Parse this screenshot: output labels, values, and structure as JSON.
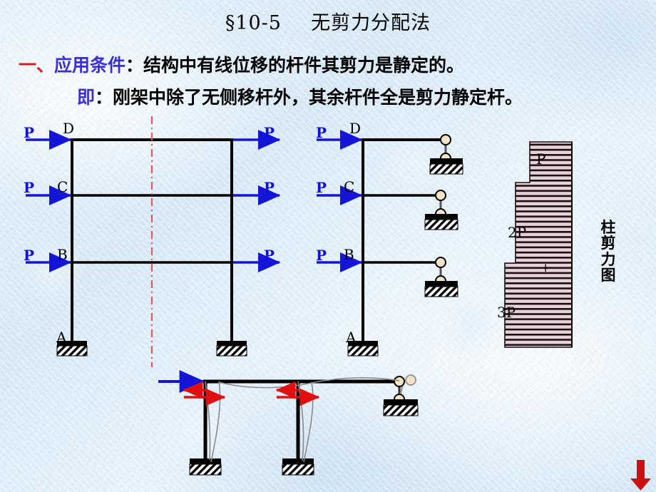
{
  "slide": {
    "title": "§10-5    无剪力分配法",
    "title_section": "§10-5",
    "title_rest": "无剪力分配法",
    "background_color": "#dcebf7"
  },
  "text": {
    "line1_marker": "一、",
    "line1_keyword": "应用条件",
    "line1_rest": "：结构中有线位移的杆件其剪力是静定的。",
    "line2_keyword": "即",
    "line2_rest": "：刚架中除了无侧移杆外，其余杆件全是剪力静定杆。",
    "marker_color": "#d02020",
    "keyword_color": "#3b2fd0"
  },
  "frame_left": {
    "caption": "two-bay three-storey rigid frame with sway",
    "node_labels": [
      "D",
      "C",
      "B",
      "A"
    ],
    "force_labels_left": [
      "P",
      "P",
      "P"
    ],
    "force_labels_right": [
      "P",
      "P",
      "P"
    ],
    "force_color": "#1515d8",
    "member_color": "#000000",
    "centerline_color": "#e05a5a",
    "centerline_style": "dash-dot"
  },
  "frame_right": {
    "caption": "equivalent single column with link supports",
    "node_labels": [
      "D",
      "C",
      "B",
      "A"
    ],
    "force_labels": [
      "P",
      "P",
      "P"
    ],
    "support_type": "link-roller",
    "pin_fill": "#f5e3c8"
  },
  "shear_diagram": {
    "title": "柱剪力图",
    "title_chars": [
      "柱",
      "剪",
      "力",
      "图"
    ],
    "labels": [
      "P",
      "2P",
      "3P"
    ],
    "sign": "+",
    "steps": [
      {
        "label": "P",
        "value": 1
      },
      {
        "label": "2P",
        "value": 2
      },
      {
        "label": "3P",
        "value": 3
      }
    ],
    "fill_color": "#e6d2d6",
    "hatch_color": "#000000"
  },
  "deflection_diagram": {
    "caption": "deformed shape of the frame with shear couples",
    "load_arrow_color": "#1515d8",
    "couple_arrow_color": "#e01010",
    "deflection_curve_color": "#8a8a8a",
    "support_type_right": "link-roller",
    "fixed_supports": 2
  },
  "nav": {
    "next_arrow": "down-arrow",
    "color": "#cc1111"
  }
}
